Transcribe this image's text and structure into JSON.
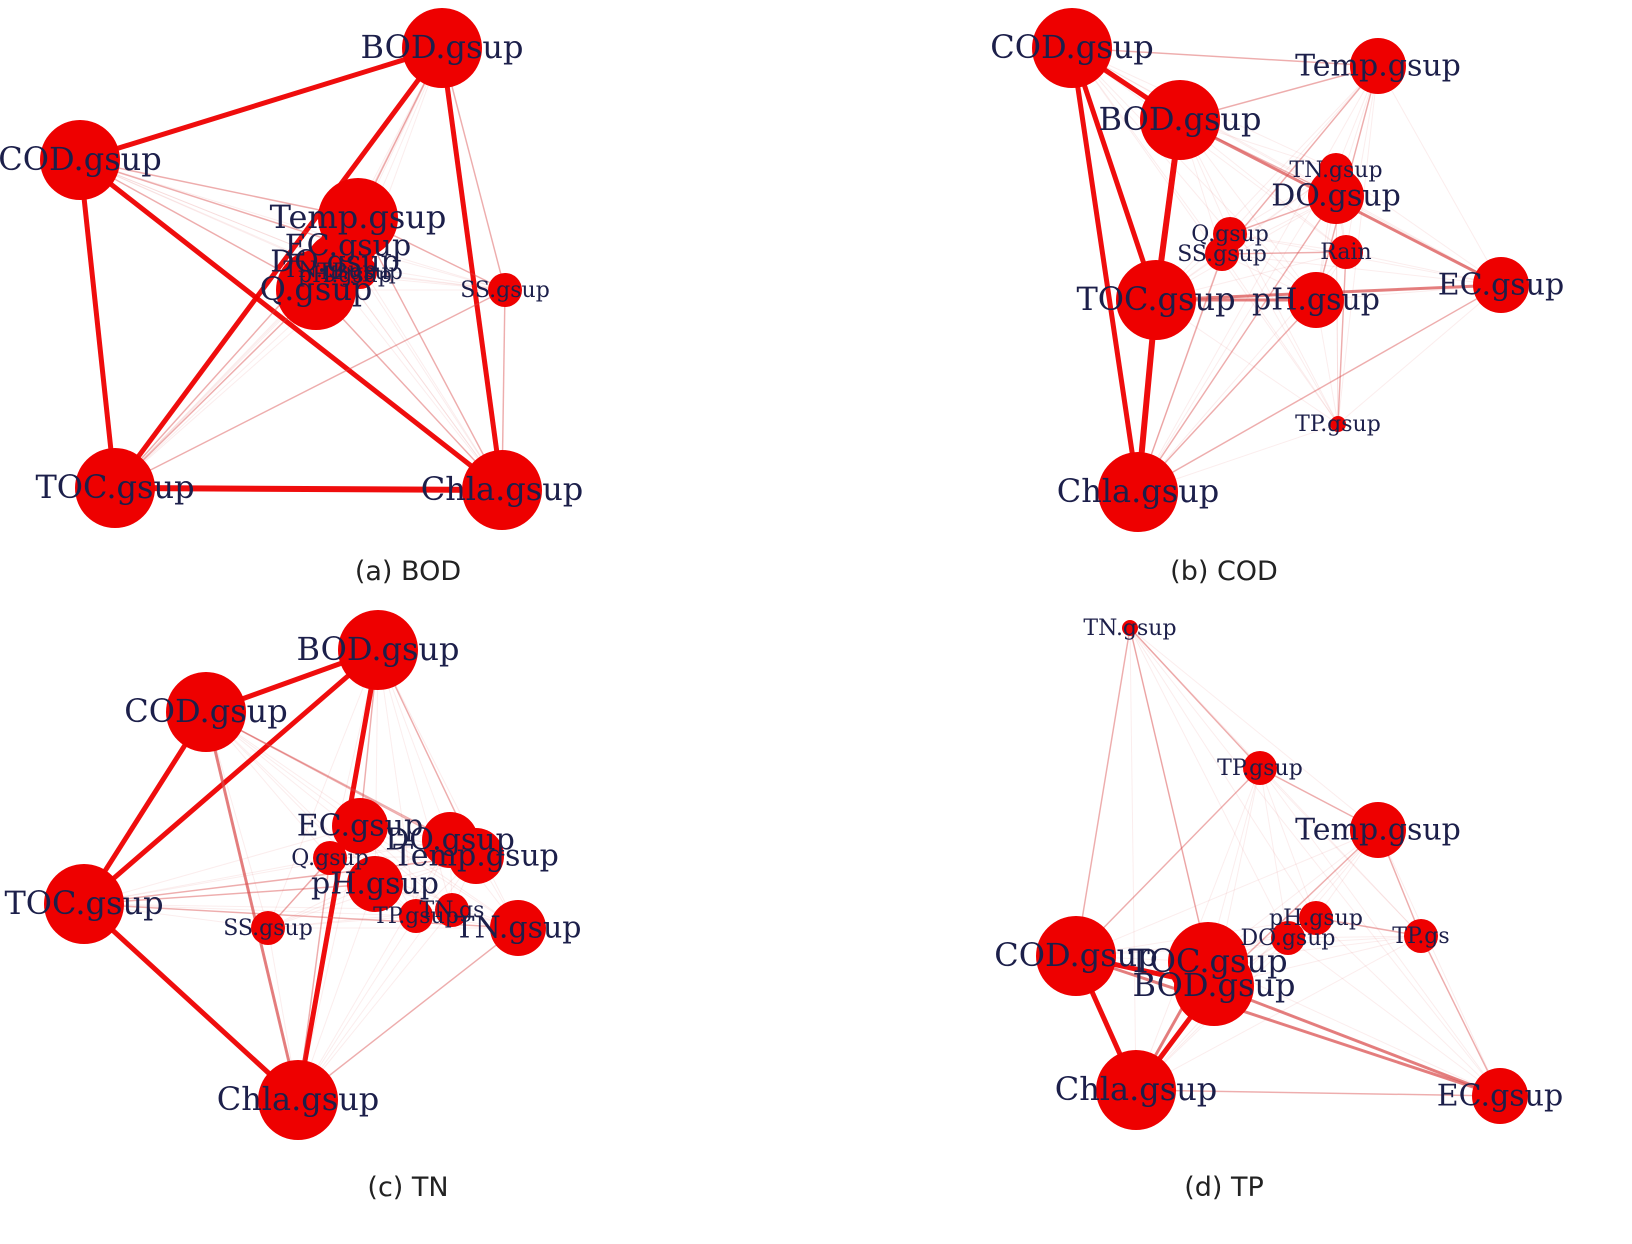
{
  "colors": {
    "node": "#ee0000",
    "edge": "#d94a4a",
    "label": "#1c1f4a"
  },
  "panels": [
    {
      "caption": "(a) BOD",
      "nodes": [
        {
          "id": "BOD",
          "label": "BOD.gsup",
          "size": "large"
        },
        {
          "id": "COD",
          "label": "COD.gsup",
          "size": "large"
        },
        {
          "id": "Temp",
          "label": "Temp.gsup",
          "size": "large"
        },
        {
          "id": "EC",
          "label": "EC.gsup",
          "size": "medium"
        },
        {
          "id": "Q",
          "label": "Q.gsup",
          "size": "large"
        },
        {
          "id": "SS",
          "label": "SS.gsup",
          "size": "small"
        },
        {
          "id": "TOC",
          "label": "TOC.gsup",
          "size": "large"
        },
        {
          "id": "Chla",
          "label": "Chla.gsup",
          "size": "large"
        },
        {
          "id": "DO",
          "label": "DO.gsup",
          "size": "medium"
        },
        {
          "id": "TN",
          "label": "TN.gsup",
          "size": "small"
        },
        {
          "id": "pH",
          "label": "pH.gsup",
          "size": "small"
        },
        {
          "id": "TP",
          "label": "TP.gsup",
          "size": "small"
        }
      ],
      "edges": [
        [
          "COD",
          "BOD",
          3
        ],
        [
          "COD",
          "TOC",
          3
        ],
        [
          "COD",
          "Chla",
          3
        ],
        [
          "TOC",
          "Chla",
          4
        ],
        [
          "BOD",
          "TOC",
          3
        ],
        [
          "BOD",
          "Chla",
          3
        ],
        [
          "BOD",
          "Temp",
          1
        ],
        [
          "COD",
          "Temp",
          1
        ],
        [
          "COD",
          "Q",
          1
        ],
        [
          "COD",
          "EC",
          1
        ],
        [
          "TOC",
          "Temp",
          1
        ],
        [
          "TOC",
          "SS",
          1
        ],
        [
          "Chla",
          "Temp",
          1
        ],
        [
          "Chla",
          "SS",
          1
        ],
        [
          "SS",
          "Temp",
          1
        ],
        [
          "SS",
          "BOD",
          1
        ],
        [
          "TOC",
          "Q",
          1
        ],
        [
          "Chla",
          "Q",
          1
        ]
      ]
    },
    {
      "caption": "(b) COD",
      "nodes": [
        {
          "id": "COD",
          "label": "COD.gsup",
          "size": "large"
        },
        {
          "id": "Temp",
          "label": "Temp.gsup",
          "size": "medium"
        },
        {
          "id": "BOD",
          "label": "BOD.gsup",
          "size": "large"
        },
        {
          "id": "TN",
          "label": "TN.gsup",
          "size": "small"
        },
        {
          "id": "DO",
          "label": "DO.gsup",
          "size": "medium"
        },
        {
          "id": "Q",
          "label": "Q.gsup",
          "size": "small"
        },
        {
          "id": "SS",
          "label": "SS.gsup",
          "size": "small"
        },
        {
          "id": "Rain",
          "label": "Rain",
          "size": "small"
        },
        {
          "id": "TOC",
          "label": "TOC.gsup",
          "size": "large"
        },
        {
          "id": "pH",
          "label": "pH.gsup",
          "size": "medium"
        },
        {
          "id": "EC",
          "label": "EC.gsup",
          "size": "medium"
        },
        {
          "id": "TP",
          "label": "TP.gsup",
          "size": "tiny"
        },
        {
          "id": "Chla",
          "label": "Chla.gsup",
          "size": "large"
        }
      ],
      "edges": [
        [
          "COD",
          "BOD",
          3
        ],
        [
          "COD",
          "TOC",
          3
        ],
        [
          "COD",
          "Chla",
          3
        ],
        [
          "BOD",
          "TOC",
          4
        ],
        [
          "TOC",
          "Chla",
          4
        ],
        [
          "COD",
          "Temp",
          1
        ],
        [
          "BOD",
          "EC",
          2
        ],
        [
          "TOC",
          "EC",
          2
        ],
        [
          "BOD",
          "Temp",
          1
        ],
        [
          "BOD",
          "DO",
          1
        ],
        [
          "Temp",
          "pH",
          1
        ],
        [
          "Temp",
          "SS",
          1
        ],
        [
          "Chla",
          "pH",
          1
        ],
        [
          "Chla",
          "EC",
          1
        ],
        [
          "Chla",
          "DO",
          1
        ],
        [
          "TP",
          "Rain",
          1
        ],
        [
          "SS",
          "Rain",
          1
        ],
        [
          "Q",
          "DO",
          1
        ],
        [
          "Chla",
          "Q",
          1
        ],
        [
          "TOC",
          "pH",
          2
        ]
      ]
    },
    {
      "caption": "(c) TN",
      "nodes": [
        {
          "id": "BOD",
          "label": "BOD.gsup",
          "size": "large"
        },
        {
          "id": "COD",
          "label": "COD.gsup",
          "size": "large"
        },
        {
          "id": "EC",
          "label": "EC.gsup",
          "size": "medium"
        },
        {
          "id": "DO",
          "label": "DO.gsup",
          "size": "medium"
        },
        {
          "id": "Temp",
          "label": "Temp.gsup",
          "size": "medium"
        },
        {
          "id": "Q",
          "label": "Q.gsup",
          "size": "small"
        },
        {
          "id": "pH",
          "label": "pH.gsup",
          "size": "medium"
        },
        {
          "id": "TOC",
          "label": "TOC.gsup",
          "size": "large"
        },
        {
          "id": "SS",
          "label": "SS.gsup",
          "size": "small"
        },
        {
          "id": "TP",
          "label": "TP.gsup",
          "size": "small"
        },
        {
          "id": "TNgs",
          "label": "TN.gs",
          "size": "small"
        },
        {
          "id": "TN",
          "label": "TN.gsup",
          "size": "medium"
        },
        {
          "id": "Chla",
          "label": "Chla.gsup",
          "size": "large"
        }
      ],
      "edges": [
        [
          "COD",
          "BOD",
          3
        ],
        [
          "COD",
          "TOC",
          3
        ],
        [
          "BOD",
          "TOC",
          3
        ],
        [
          "TOC",
          "Chla",
          3
        ],
        [
          "BOD",
          "Chla",
          3
        ],
        [
          "COD",
          "Chla",
          2
        ],
        [
          "COD",
          "Temp",
          1
        ],
        [
          "BOD",
          "Temp",
          1
        ],
        [
          "TOC",
          "Temp",
          1
        ],
        [
          "TOC",
          "pH",
          1
        ],
        [
          "TOC",
          "TN",
          1
        ],
        [
          "Chla",
          "TN",
          1
        ],
        [
          "Chla",
          "Q",
          1
        ],
        [
          "BOD",
          "EC",
          1
        ],
        [
          "COD",
          "DO",
          1
        ],
        [
          "SS",
          "EC",
          1
        ]
      ]
    },
    {
      "caption": "(d) TP",
      "nodes": [
        {
          "id": "TN",
          "label": "TN.gsup",
          "size": "tiny"
        },
        {
          "id": "TPg",
          "label": "TP.gsup",
          "size": "small"
        },
        {
          "id": "Temp",
          "label": "Temp.gsup",
          "size": "medium"
        },
        {
          "id": "pH",
          "label": "pH.gsup",
          "size": "small"
        },
        {
          "id": "DO",
          "label": "DO.gsup",
          "size": "small"
        },
        {
          "id": "TP",
          "label": "TP.gs",
          "size": "small"
        },
        {
          "id": "COD",
          "label": "COD.gsup",
          "size": "large"
        },
        {
          "id": "TOC",
          "label": "TOC.gsup",
          "size": "large"
        },
        {
          "id": "BOD",
          "label": "BOD.gsup",
          "size": "large"
        },
        {
          "id": "Chla",
          "label": "Chla.gsup",
          "size": "large"
        },
        {
          "id": "EC",
          "label": "EC.gsup",
          "size": "medium"
        }
      ],
      "edges": [
        [
          "COD",
          "BOD",
          3
        ],
        [
          "COD",
          "Chla",
          3
        ],
        [
          "BOD",
          "Chla",
          3
        ],
        [
          "TOC",
          "Chla",
          2
        ],
        [
          "COD",
          "EC",
          2
        ],
        [
          "BOD",
          "EC",
          2
        ],
        [
          "Chla",
          "EC",
          1
        ],
        [
          "TPg",
          "Temp",
          1
        ],
        [
          "Temp",
          "TP",
          1
        ],
        [
          "Temp",
          "BOD",
          1
        ],
        [
          "TN",
          "TPg",
          1
        ],
        [
          "TN",
          "COD",
          1
        ],
        [
          "TN",
          "BOD",
          1
        ],
        [
          "TP",
          "EC",
          1
        ],
        [
          "pH",
          "TP",
          1
        ],
        [
          "COD",
          "TPg",
          1
        ]
      ]
    }
  ]
}
